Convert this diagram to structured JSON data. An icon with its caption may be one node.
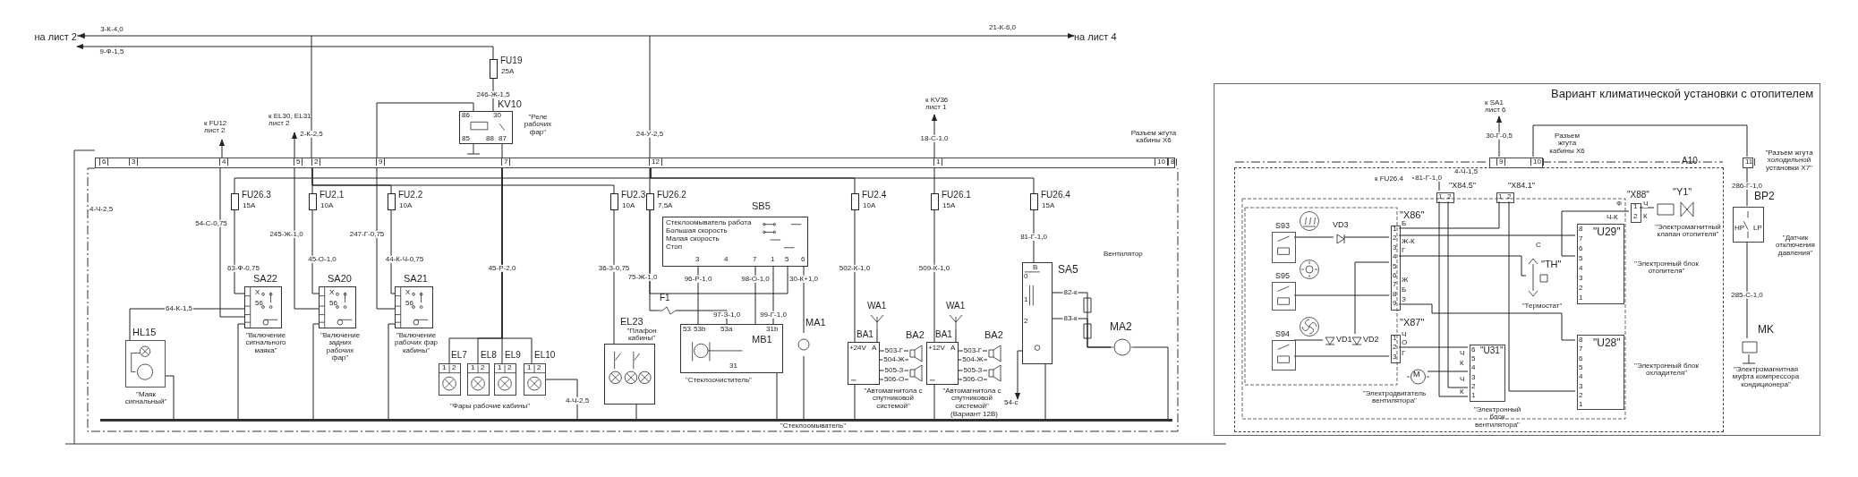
{
  "diagram": {
    "nodes": [
      {
        "text": [
          "на лист 2"
        ]
      },
      {
        "text": [
          "на лист 4"
        ]
      },
      {
        "text": [
          "6",
          "3",
          "4",
          "5",
          "2",
          "9",
          "7",
          "12",
          "1",
          "10",
          "8"
        ],
        "beside": [
          "Разъем жгута кабины X6"
        ]
      },
      {
        "text": [
          "FU19",
          "25A"
        ]
      },
      {
        "text": [
          "KV10",
          "86",
          "30",
          "85",
          "88",
          "87"
        ],
        "beside": [
          "\"Реле рабочих фар\""
        ]
      },
      {
        "text": [
          "к FU12 лист 2"
        ]
      },
      {
        "text": [
          "к EL30, EL31 лист 2"
        ]
      },
      {
        "text": [
          "к KV36 лист 1"
        ]
      },
      {
        "text": [
          "FU26.3",
          "15A"
        ]
      },
      {
        "text": [
          "FU2.1",
          "10A"
        ]
      },
      {
        "text": [
          "FU2.2",
          "10A"
        ]
      },
      {
        "text": [
          "FU2.3",
          "10A"
        ]
      },
      {
        "text": [
          "FU26.2",
          "7,5A"
        ]
      },
      {
        "text": [
          "FU2.4",
          "10A"
        ]
      },
      {
        "text": [
          "FU26.1",
          "15A"
        ]
      },
      {
        "text": [
          "FU26.4",
          "15A"
        ]
      },
      {
        "text": [
          "SA22",
          "X",
          "56"
        ],
        "beside": [
          "\"Включение сигнального маяка\""
        ]
      },
      {
        "text": [
          "SA20",
          "X",
          "56"
        ],
        "beside": [
          "\"Включение задних рабочих фар\""
        ]
      },
      {
        "text": [
          "SA21",
          "X",
          "56"
        ],
        "beside": [
          "\"Включение рабочих фар кабины\""
        ]
      },
      {
        "text": [
          "HL15"
        ],
        "beside": [
          "\"Маяк сигнальный\""
        ]
      },
      {
        "text": [
          "EL7",
          "1",
          "2"
        ]
      },
      {
        "text": [
          "EL8",
          "1",
          "2"
        ]
      },
      {
        "text": [
          "EL9",
          "1",
          "2"
        ]
      },
      {
        "text": [
          "EL10",
          "1",
          "2"
        ]
      },
      {
        "text": [
          "EL23"
        ],
        "beside": [
          "\"Плафон кабины\""
        ]
      },
      {
        "text": [
          "SB5",
          "Стеклоомыватель работа",
          "Большая скорость",
          "Малая скорость",
          "Стоп",
          "3",
          "4",
          "7",
          "1",
          "5",
          "6"
        ]
      },
      {
        "text": [
          "F1"
        ]
      },
      {
        "text": [
          "MB1",
          "53",
          "53b",
          "53a",
          "31b",
          "31"
        ],
        "beside": [
          "\"Стеклоочиститель\""
        ]
      },
      {
        "text": [
          "MA1"
        ]
      },
      {
        "text": [
          "BA1",
          "+24V",
          "A"
        ],
        "beside": [
          "\"Автомагнитола с спутниковой системой\""
        ]
      },
      {
        "text": [
          "WA1"
        ]
      },
      {
        "text": [
          "BA2"
        ]
      },
      {
        "text": [
          "BA1",
          "+12V",
          "A"
        ],
        "beside": [
          "\"Автомагнитола с спутниковой системой\""
        ]
      },
      {
        "text": [
          "WA1"
        ]
      },
      {
        "text": [
          "BA2"
        ]
      },
      {
        "text": [
          "В",
          "SA5",
          "0",
          "1",
          "2"
        ]
      },
      {
        "text": [
          "MA2"
        ]
      },
      {
        "text": [
          "54-с"
        ]
      },
      {
        "text": [
          "Вариант климатической установки с отопителем"
        ]
      },
      {
        "text": [
          "9",
          "10"
        ],
        "beside": [
          "Разъем жгута кабины X6"
        ],
        "in": 38
      },
      {
        "text": [
          "к SA1 лист 6"
        ],
        "in": 38
      },
      {
        "text": [
          "11"
        ],
        "beside": [
          "\"Разъем жгута холодильной установки X7\""
        ],
        "in": 38
      },
      {
        "text": [
          "A10"
        ],
        "in": 38
      },
      {
        "text": [
          "S93"
        ],
        "in": 42
      },
      {
        "text": [
          "S95"
        ],
        "in": 42
      },
      {
        "text": [
          "S94"
        ],
        "in": 42
      },
      {
        "text": [
          "VD3"
        ],
        "in": 42
      },
      {
        "text": [
          "VD1"
        ],
        "in": 42
      },
      {
        "text": [
          "VD2"
        ],
        "in": 42
      },
      {
        "text": [
          "\"X86\"",
          "1",
          "2",
          "3",
          "4",
          "5",
          "6",
          "7",
          "8",
          "9"
        ],
        "in": 42
      },
      {
        "text": [
          "\"X87\"",
          "1",
          "2",
          "3"
        ],
        "in": 42
      },
      {
        "text": [
          "\"X84.5\"",
          "1",
          "2"
        ],
        "in": 42
      },
      {
        "text": [
          "\"X84.1\"",
          "1",
          "2"
        ],
        "in": 42
      },
      {
        "text": [
          "к FU26.4"
        ],
        "in": 42
      },
      {
        "text": [
          "\"U31\"",
          "6",
          "5",
          "4",
          "3",
          "2",
          "1"
        ],
        "beside": [
          "\"Электронный блок вентилятора\""
        ],
        "in": 42
      },
      {
        "text": [
          "М"
        ],
        "beside": [
          "\"Электродвигатель вентилятора\""
        ],
        "in": 42
      },
      {
        "text": [
          "8",
          "\"U29\"",
          "7",
          "6",
          "5",
          "4",
          "3",
          "2",
          "1"
        ],
        "beside": [
          "\"Электронный блок отопителя\""
        ],
        "in": 42
      },
      {
        "text": [
          "\"TH\""
        ],
        "beside": [
          "\"Термостат\""
        ],
        "in": 42
      },
      {
        "text": [
          "8",
          "\"U28\"",
          "7",
          "6",
          "5",
          "4",
          "3",
          "2",
          "1"
        ],
        "beside": [
          "\"Электронный блок охладителя\""
        ],
        "in": 42
      },
      {
        "text": [
          "\"X88\"",
          "1",
          "2"
        ],
        "in": 42
      },
      {
        "text": [
          "\"Y1\""
        ],
        "beside": [
          "\"Электромагнитный клапан отопителя\""
        ],
        "in": 42
      },
      {
        "text": [
          "BP2",
          "HP",
          "LP"
        ],
        "beside": [
          "\"Датчик отключения давления\""
        ],
        "in": 38
      },
      {
        "text": [
          "MK"
        ],
        "beside": [
          "\"Электромагнитная муфта компрессора кондиционера\""
        ],
        "in": 38
      },
      {
        "text": [],
        "shape": "bar"
      }
    ],
    "edges": [
      {
        "from": 0,
        "to": 1,
        "arrow": "both",
        "label": "3-К-4,0"
      },
      {
        "from": 3,
        "to": 0,
        "arrow": "to",
        "label": "9-Ф-1,5"
      },
      {
        "from": null,
        "to": 2,
        "arrow": "none",
        "label": "2-К-2,5"
      },
      {
        "from": null,
        "to": 2,
        "arrow": "none",
        "label": "24-У-2,5"
      },
      {
        "from": 3,
        "to": 4,
        "arrow": "none",
        "label": "246-Ж-1,5"
      },
      {
        "from": 4,
        "to": 2,
        "arrow": "none"
      },
      {
        "from": 4,
        "to": 2,
        "arrow": "none"
      },
      {
        "from": 2,
        "to": 5,
        "arrow": "to"
      },
      {
        "from": 2,
        "to": 6,
        "arrow": "to"
      },
      {
        "from": 2,
        "to": 7,
        "arrow": "to",
        "label": "18-С-1,0"
      },
      {
        "from": 2,
        "to": 8,
        "arrow": "none"
      },
      {
        "from": 2,
        "to": 9,
        "arrow": "none"
      },
      {
        "from": 2,
        "to": 10,
        "arrow": "none"
      },
      {
        "from": 2,
        "to": 11,
        "arrow": "none"
      },
      {
        "from": 2,
        "to": 12,
        "arrow": "none"
      },
      {
        "from": 2,
        "to": 13,
        "arrow": "none"
      },
      {
        "from": 2,
        "to": 14,
        "arrow": "none"
      },
      {
        "from": 2,
        "to": 15,
        "arrow": "none"
      },
      {
        "from": 8,
        "to": 16,
        "arrow": "none",
        "label": "63-Ф-0,75"
      },
      {
        "from": 9,
        "to": 17,
        "arrow": "none",
        "label": "45-О-1,0"
      },
      {
        "from": 10,
        "to": 18,
        "arrow": "none",
        "label": "44-К-Ч-0,75"
      },
      {
        "from": 2,
        "to": 16,
        "arrow": "none",
        "label": "54-С-0,75"
      },
      {
        "from": 2,
        "to": 17,
        "arrow": "none",
        "label": "245-Ж-1,0"
      },
      {
        "from": 2,
        "to": 18,
        "arrow": "none",
        "label": "247-Г-0,75"
      },
      {
        "from": 16,
        "to": 19,
        "arrow": "none",
        "label": "64-К-1,5"
      },
      {
        "from": 2,
        "to": 20,
        "arrow": "none"
      },
      {
        "from": 2,
        "to": 21,
        "arrow": "none"
      },
      {
        "from": 2,
        "to": 22,
        "arrow": "none",
        "label": "45-Р-2,0"
      },
      {
        "from": 2,
        "to": 23,
        "arrow": "none"
      },
      {
        "from": 11,
        "to": 24,
        "arrow": "none",
        "label": "36-З-0,75"
      },
      {
        "from": 12,
        "to": 25,
        "arrow": "none",
        "label": "75-Ж-1,0"
      },
      {
        "from": 12,
        "to": 26,
        "arrow": "none"
      },
      {
        "from": 26,
        "to": 27,
        "arrow": "none",
        "label": "97-З-1,0"
      },
      {
        "from": 25,
        "to": 27,
        "arrow": "none",
        "label": "96-Р-1,0"
      },
      {
        "from": 25,
        "to": 27,
        "arrow": "none",
        "label": "98-О-1,0"
      },
      {
        "from": 25,
        "to": 27,
        "arrow": "none",
        "label": "99-Г-1,0"
      },
      {
        "from": 25,
        "to": 28,
        "arrow": "none",
        "label": "30-К+1,0"
      },
      {
        "from": 13,
        "to": 29,
        "arrow": "none",
        "label": "502-К-1,0"
      },
      {
        "from": 30,
        "to": 29,
        "arrow": "none"
      },
      {
        "from": 29,
        "to": 31,
        "arrow": "none",
        "label": "503-Г"
      },
      {
        "from": 14,
        "to": 32,
        "arrow": "none",
        "label": "509-К-1,0"
      },
      {
        "from": 33,
        "to": 32,
        "arrow": "none"
      },
      {
        "from": 32,
        "to": 34,
        "arrow": "none",
        "label": "503-Г"
      },
      {
        "from": 15,
        "to": 35,
        "arrow": "none",
        "label": "81-Г-1,0"
      },
      {
        "from": 35,
        "to": 36,
        "arrow": "none",
        "label": "82-к"
      },
      {
        "from": 35,
        "to": 36,
        "arrow": "none",
        "label": "83-к"
      },
      {
        "from": 35,
        "to": 37,
        "arrow": "to"
      },
      {
        "from": 19,
        "to": 63,
        "arrow": "none"
      },
      {
        "from": 23,
        "to": 63,
        "arrow": "none",
        "label": "4-Ч-2,5"
      },
      {
        "from": 24,
        "to": 63,
        "arrow": "none"
      },
      {
        "from": 27,
        "to": 63,
        "arrow": "none"
      },
      {
        "from": 28,
        "to": 63,
        "arrow": "none"
      },
      {
        "from": 29,
        "to": 63,
        "arrow": "none"
      },
      {
        "from": 32,
        "to": 63,
        "arrow": "none"
      },
      {
        "from": 35,
        "to": 63,
        "arrow": "none"
      },
      {
        "from": 36,
        "to": 63,
        "arrow": "none"
      },
      {
        "from": 16,
        "to": 63,
        "arrow": "none"
      },
      {
        "from": 17,
        "to": 63,
        "arrow": "none"
      },
      {
        "from": 18,
        "to": 63,
        "arrow": "none"
      },
      {
        "from": 39,
        "to": 40,
        "arrow": "to",
        "label": "30-Г-0,5"
      },
      {
        "from": 39,
        "to": 41,
        "arrow": "none"
      },
      {
        "from": 53,
        "to": 51,
        "arrow": "none",
        "label": "81-Г-1,0"
      },
      {
        "from": 51,
        "to": 54,
        "arrow": "none"
      },
      {
        "from": 51,
        "to": 54,
        "arrow": "none"
      },
      {
        "from": 52,
        "to": 49,
        "arrow": "none"
      },
      {
        "from": 52,
        "to": 58,
        "arrow": "none"
      },
      {
        "from": 49,
        "to": 56,
        "arrow": "none"
      },
      {
        "from": 49,
        "to": 57,
        "arrow": "none"
      },
      {
        "from": 49,
        "to": 58,
        "arrow": "none"
      },
      {
        "from": 50,
        "to": 54,
        "arrow": "none"
      },
      {
        "from": 43,
        "to": 46,
        "arrow": "none"
      },
      {
        "from": 46,
        "to": 49,
        "arrow": "none"
      },
      {
        "from": 44,
        "to": 49,
        "arrow": "none"
      },
      {
        "from": 45,
        "to": 47,
        "arrow": "none"
      },
      {
        "from": 45,
        "to": 50,
        "arrow": "none"
      },
      {
        "from": 48,
        "to": 49,
        "arrow": "none"
      },
      {
        "from": 55,
        "to": 54,
        "arrow": "none"
      },
      {
        "from": 56,
        "to": 59,
        "arrow": "none"
      },
      {
        "from": 59,
        "to": 60,
        "arrow": "none"
      },
      {
        "from": 41,
        "to": 61,
        "arrow": "none",
        "label": "286-Г-1,0"
      },
      {
        "from": 61,
        "to": 62,
        "arrow": "none",
        "label": "285-С-1,0"
      },
      {
        "from": 29,
        "to": 31,
        "arrow": "none",
        "label": "504-Ж"
      },
      {
        "from": 29,
        "to": 31,
        "arrow": "none",
        "label": "505-З"
      },
      {
        "from": 29,
        "to": 31,
        "arrow": "none",
        "label": "506-О"
      },
      {
        "from": 32,
        "to": 34,
        "arrow": "none",
        "label": "504-Ж"
      },
      {
        "from": 32,
        "to": 34,
        "arrow": "none",
        "label": "505-З"
      },
      {
        "from": 32,
        "to": 34,
        "arrow": "none",
        "label": "506-О"
      }
    ],
    "labels": [
      "21-К-6,0",
      "4-Ч-2,5",
      "Вентилятор",
      "\"Фары рабочие кабины\"",
      "4-Ч-1,5",
      "Б",
      "Ж-К",
      "Г",
      "Ж",
      "Б",
      "З",
      "Ч",
      "О",
      "Г",
      "Ч",
      "К",
      "Ч",
      "К",
      "Ф",
      "Ч-К",
      "Ч",
      "К",
      "С",
      "\"Стеклоомыватель\"",
      "(Вариант 12В)"
    ]
  }
}
